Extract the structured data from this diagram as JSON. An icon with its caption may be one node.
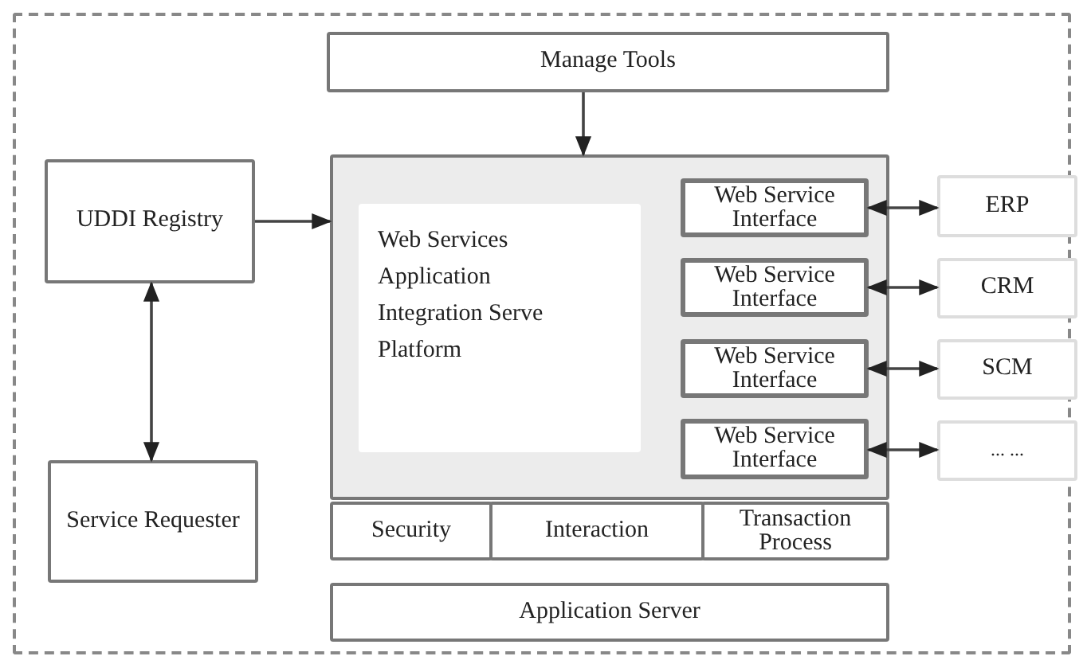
{
  "diagram": {
    "nodes": [
      {
        "text": [],
        "shape": "box"
      },
      {
        "text": [
          "Manage Tools"
        ],
        "in": 0
      },
      {
        "text": [
          "UDDI Registry"
        ],
        "in": 0
      },
      {
        "text": [],
        "shape": "box",
        "in": 0
      },
      {
        "text": [
          "Web Services Application Integration Serve Platform"
        ],
        "in": 3
      },
      {
        "text": [
          "Web Service Interface"
        ],
        "in": 3
      },
      {
        "text": [
          "Web Service Interface"
        ],
        "in": 3
      },
      {
        "text": [
          "Web Service Interface"
        ],
        "in": 3
      },
      {
        "text": [
          "Web Service Interface"
        ],
        "in": 3
      },
      {
        "text": [
          "ERP"
        ],
        "in": 0
      },
      {
        "text": [
          "CRM"
        ],
        "in": 0
      },
      {
        "text": [
          "SCM"
        ],
        "in": 0
      },
      {
        "text": [
          "... ..."
        ],
        "in": 0
      },
      {
        "text": [
          "Service Requester"
        ],
        "in": 0
      },
      {
        "text": [
          "Security"
        ],
        "in": 0
      },
      {
        "text": [
          "Interaction"
        ],
        "in": 0
      },
      {
        "text": [
          "Transaction Process"
        ],
        "in": 0
      },
      {
        "text": [
          "Application Server"
        ],
        "in": 0
      }
    ],
    "edges": [
      {
        "from": 1,
        "to": 3,
        "arrow": "to"
      },
      {
        "from": 2,
        "to": 3,
        "arrow": "to"
      },
      {
        "from": 2,
        "to": 13,
        "arrow": "both"
      },
      {
        "from": 5,
        "to": 9,
        "arrow": "both"
      },
      {
        "from": 6,
        "to": 10,
        "arrow": "both"
      },
      {
        "from": 7,
        "to": 11,
        "arrow": "both"
      },
      {
        "from": 8,
        "to": 12,
        "arrow": "both"
      }
    ]
  }
}
